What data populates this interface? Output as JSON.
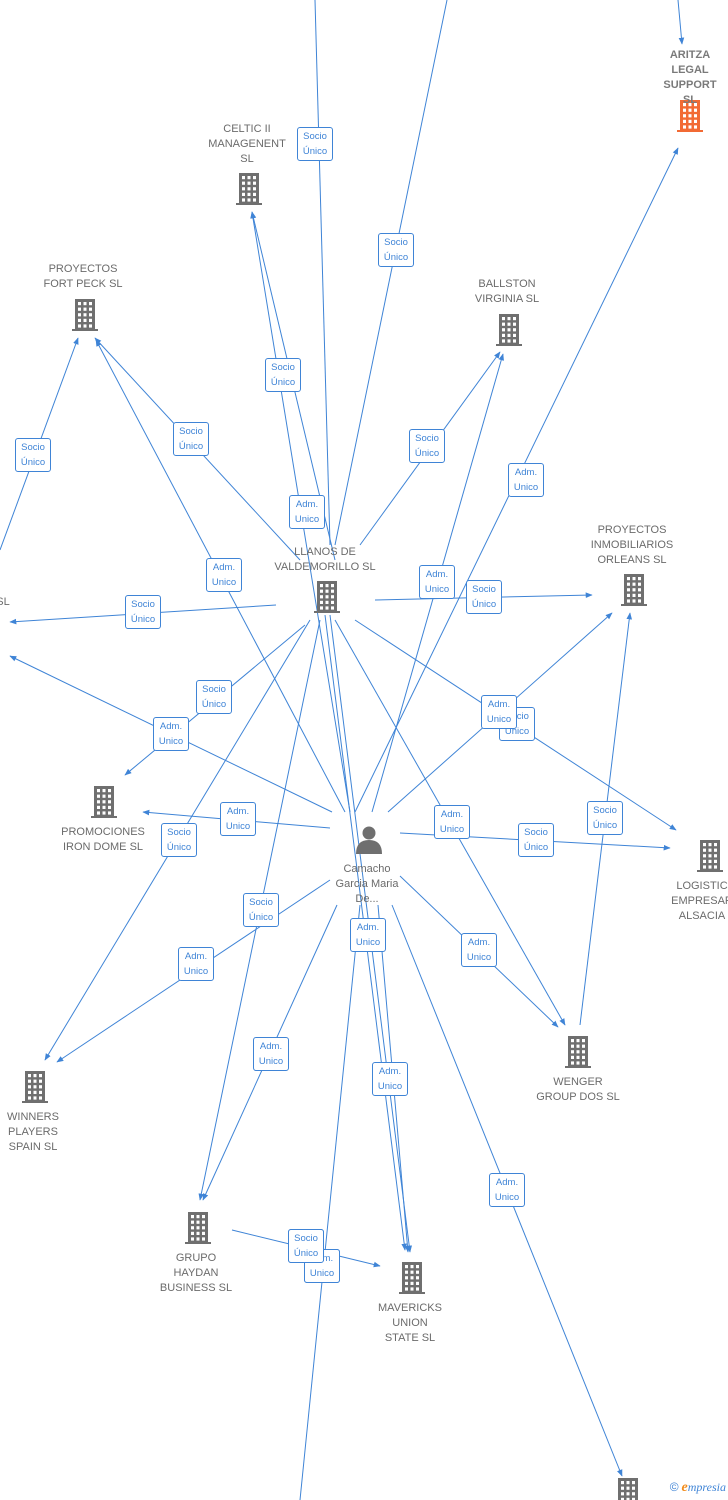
{
  "colors": {
    "edge": "#3f84d6",
    "building": "#6f6f6f",
    "highlight": "#f26a34",
    "person": "#6f6f6f"
  },
  "nodes": [
    {
      "id": "aritza",
      "label": "ARITZA\nLEGAL\nSUPPORT  SL",
      "icon": "building-icon",
      "highlight": true
    },
    {
      "id": "celtic",
      "label": "CELTIC II\nMANAGENENT\nSL",
      "icon": "building-icon"
    },
    {
      "id": "fortpeck",
      "label": "PROYECTOS\nFORT PECK  SL",
      "icon": "building-icon"
    },
    {
      "id": "ballston",
      "label": "BALLSTON\nVIRGINIA  SL",
      "icon": "building-icon"
    },
    {
      "id": "llanos",
      "label": "LLANOS DE\nVALDEMORILLO SL",
      "icon": "building-icon"
    },
    {
      "id": "orleans",
      "label": "PROYECTOS\nINMOBILIARIOS\nORLEANS  SL",
      "icon": "building-icon"
    },
    {
      "id": "leftsl",
      "label": "SL",
      "icon": "building-icon"
    },
    {
      "id": "irondome",
      "label": "PROMOCIONES\nIRON DOME  SL",
      "icon": "building-icon"
    },
    {
      "id": "camacho",
      "label": "Camacho\nGarcia Maria\nDe...",
      "icon": "person-icon"
    },
    {
      "id": "logistica",
      "label": "LOGISTIC\nEMPRESAR\nALSACIA",
      "icon": "building-icon"
    },
    {
      "id": "wenger",
      "label": "WENGER\nGROUP DOS  SL",
      "icon": "building-icon"
    },
    {
      "id": "winners",
      "label": "WINNERS\nPLAYERS\nSPAIN  SL",
      "icon": "building-icon"
    },
    {
      "id": "haydan",
      "label": "GRUPO\nHAYDAN\nBUSINESS  SL",
      "icon": "building-icon"
    },
    {
      "id": "mavericks",
      "label": "MAVERICKS\nUNION\nSTATE  SL",
      "icon": "building-icon"
    },
    {
      "id": "bottomright",
      "label": "",
      "icon": "building-icon"
    }
  ],
  "edge_labels": [
    {
      "id": "e1",
      "text": "Socio\nÚnico"
    },
    {
      "id": "e2",
      "text": "Socio\nÚnico"
    },
    {
      "id": "e3",
      "text": "Socio\nÚnico"
    },
    {
      "id": "e4",
      "text": "Socio\nÚnico"
    },
    {
      "id": "e5",
      "text": "Socio\nÚnico"
    },
    {
      "id": "e6",
      "text": "Socio\nÚnico"
    },
    {
      "id": "e7",
      "text": "Adm.\nUnico"
    },
    {
      "id": "e8",
      "text": "Adm.\nUnico"
    },
    {
      "id": "e9",
      "text": "Adm.\nUnico"
    },
    {
      "id": "e10",
      "text": "Socio\nÚnico"
    },
    {
      "id": "e11",
      "text": "Adm.\nUnico"
    },
    {
      "id": "e12",
      "text": "Socio\nÚnico"
    },
    {
      "id": "e13",
      "text": "Socio\nÚnico"
    },
    {
      "id": "e14",
      "text": "Adm.\nUnico"
    },
    {
      "id": "e15",
      "text": "Socio\nÚnico"
    },
    {
      "id": "e16",
      "text": "Adm.\nUnico"
    },
    {
      "id": "e17",
      "text": "Adm.\nUnico"
    },
    {
      "id": "e18",
      "text": "Socio\nÚnico"
    },
    {
      "id": "e19",
      "text": "Adm.\nUnico"
    },
    {
      "id": "e20",
      "text": "Socio\nÚnico"
    },
    {
      "id": "e21",
      "text": "Socio\nÚnico"
    },
    {
      "id": "e22",
      "text": "Socio\nÚnico"
    },
    {
      "id": "e23",
      "text": "Adm.\nUnico"
    },
    {
      "id": "e24",
      "text": "Adm.\nUnico"
    },
    {
      "id": "e25",
      "text": "Adm.\nUnico"
    },
    {
      "id": "e26",
      "text": "Socio\nÚnico"
    },
    {
      "id": "e27",
      "text": "Adm.\nUnico"
    },
    {
      "id": "e28",
      "text": "Adm.\nUnico"
    },
    {
      "id": "e29",
      "text": "Adm.\nUnico"
    },
    {
      "id": "e30",
      "text": "Adm.\nUnico"
    },
    {
      "id": "e31",
      "text": "Adm.\nUnico"
    },
    {
      "id": "e32",
      "text": "Socio\nÚnico"
    }
  ],
  "footer": {
    "copyright": "©",
    "brand_initial": "e",
    "brand_rest": "mpresia"
  }
}
